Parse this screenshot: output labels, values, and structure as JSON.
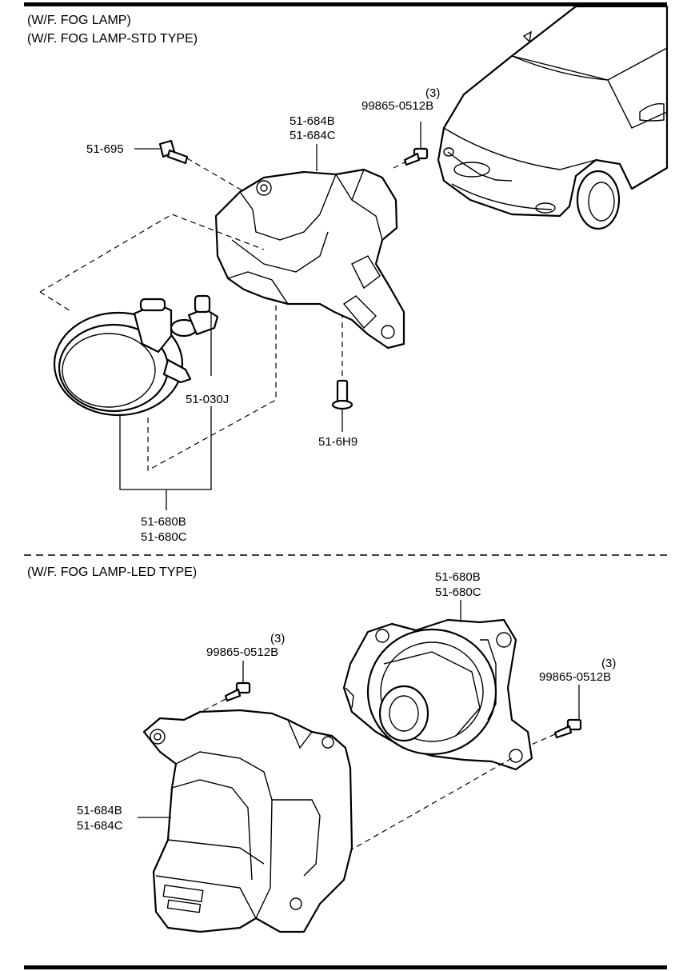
{
  "headers": {
    "std_1": "(W/F. FOG LAMP)",
    "std_2": "(W/F. FOG LAMP-STD TYPE)",
    "led": "(W/F. FOG LAMP-LED TYPE)"
  },
  "std": {
    "bolt_top": "51-695",
    "bracket_b": "51-684B",
    "bracket_c": "51-684C",
    "screw_qty": "(3)",
    "screw": "99865-0512B",
    "bulb": "51-030J",
    "fastener": "51-6H9",
    "lamp_b": "51-680B",
    "lamp_c": "51-680C"
  },
  "led": {
    "lamp_b": "51-680B",
    "lamp_c": "51-680C",
    "screw_left_qty": "(3)",
    "screw_left": "99865-0512B",
    "screw_right_qty": "(3)",
    "screw_right": "99865-0512B",
    "bracket_b": "51-684B",
    "bracket_c": "51-684C"
  },
  "colors": {
    "line": "#000000",
    "background": "#ffffff"
  }
}
